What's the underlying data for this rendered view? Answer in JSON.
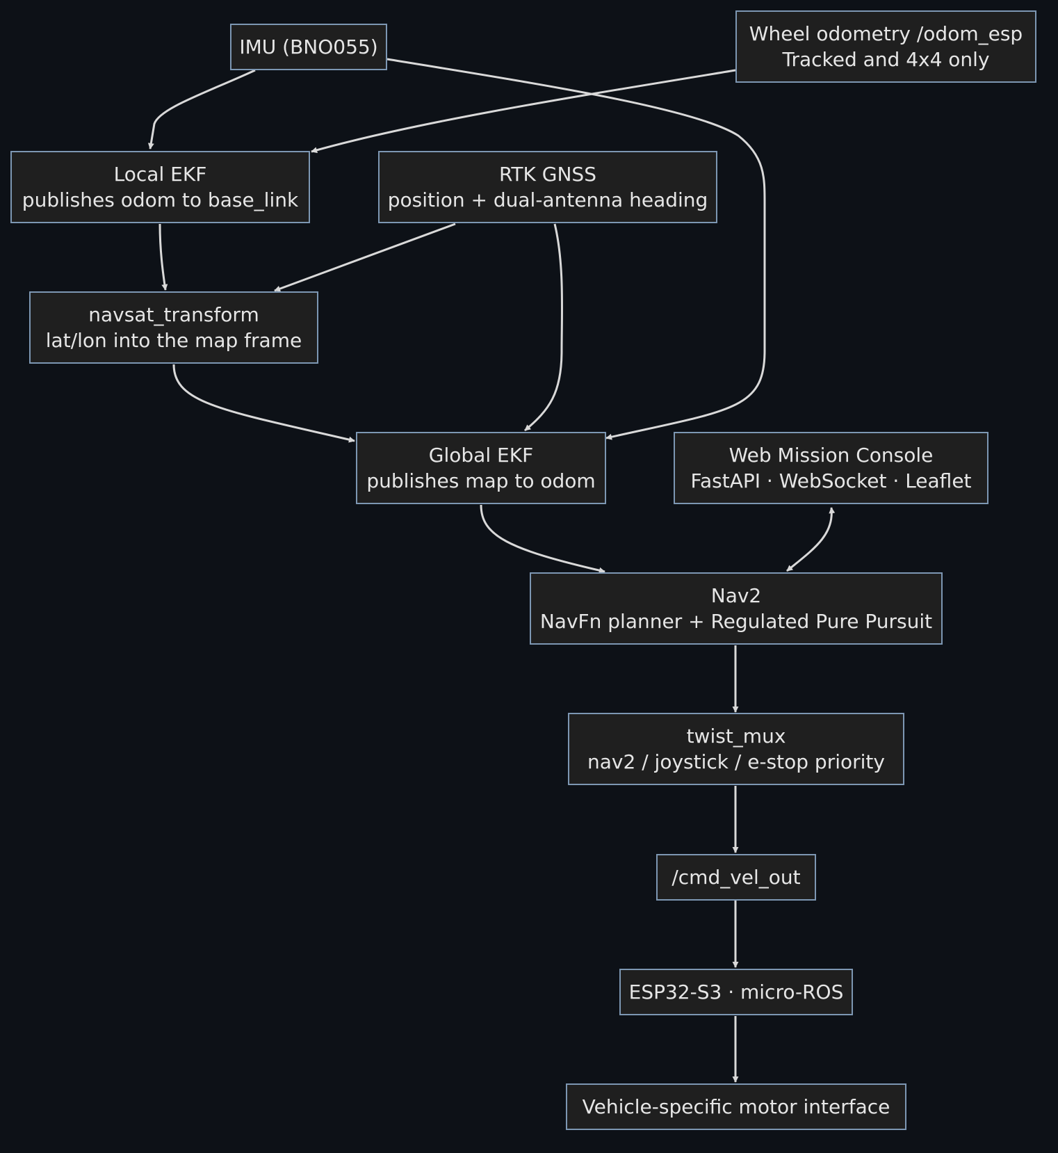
{
  "nodes": [
    {
      "id": "imu",
      "lines": [
        "IMU (BNO055)"
      ]
    },
    {
      "id": "wheel-odometry",
      "lines": [
        "Wheel odometry /odom_esp",
        "Tracked and 4x4 only"
      ]
    },
    {
      "id": "local-ekf",
      "lines": [
        "Local EKF",
        "publishes odom to base_link"
      ]
    },
    {
      "id": "rtk-gnss",
      "lines": [
        "RTK GNSS",
        "position + dual-antenna heading"
      ]
    },
    {
      "id": "navsat-transform",
      "lines": [
        "navsat_transform",
        "lat/lon into the map frame"
      ]
    },
    {
      "id": "global-ekf",
      "lines": [
        "Global EKF",
        "publishes map to odom"
      ]
    },
    {
      "id": "web-mission-console",
      "lines": [
        "Web Mission Console",
        "FastAPI · WebSocket · Leaflet"
      ]
    },
    {
      "id": "nav2",
      "lines": [
        "Nav2",
        "NavFn planner + Regulated Pure Pursuit"
      ]
    },
    {
      "id": "twist-mux",
      "lines": [
        "twist_mux",
        "nav2 / joystick / e-stop priority"
      ]
    },
    {
      "id": "cmd-vel-out",
      "lines": [
        "/cmd_vel_out"
      ]
    },
    {
      "id": "esp32",
      "lines": [
        "ESP32-S3 · micro-ROS"
      ]
    },
    {
      "id": "motor-interface",
      "lines": [
        "Vehicle-specific motor interface"
      ]
    }
  ],
  "edges": [
    {
      "from": "imu",
      "to": "local-ekf",
      "bidirectional": false
    },
    {
      "from": "wheel-odometry",
      "to": "local-ekf",
      "bidirectional": false
    },
    {
      "from": "imu",
      "to": "global-ekf",
      "bidirectional": false
    },
    {
      "from": "local-ekf",
      "to": "navsat-transform",
      "bidirectional": false
    },
    {
      "from": "rtk-gnss",
      "to": "navsat-transform",
      "bidirectional": false
    },
    {
      "from": "rtk-gnss",
      "to": "global-ekf",
      "bidirectional": false
    },
    {
      "from": "navsat-transform",
      "to": "global-ekf",
      "bidirectional": false
    },
    {
      "from": "global-ekf",
      "to": "nav2",
      "bidirectional": false
    },
    {
      "from": "web-mission-console",
      "to": "nav2",
      "bidirectional": true
    },
    {
      "from": "nav2",
      "to": "twist-mux",
      "bidirectional": false
    },
    {
      "from": "twist-mux",
      "to": "cmd-vel-out",
      "bidirectional": false
    },
    {
      "from": "cmd-vel-out",
      "to": "esp32",
      "bidirectional": false
    },
    {
      "from": "esp32",
      "to": "motor-interface",
      "bidirectional": false
    }
  ],
  "colors": {
    "background": "#0d1117",
    "node_fill": "#1f1f1f",
    "node_border": "#7d97b3",
    "text": "#e6e6e6",
    "edge": "#d9d9d9"
  }
}
